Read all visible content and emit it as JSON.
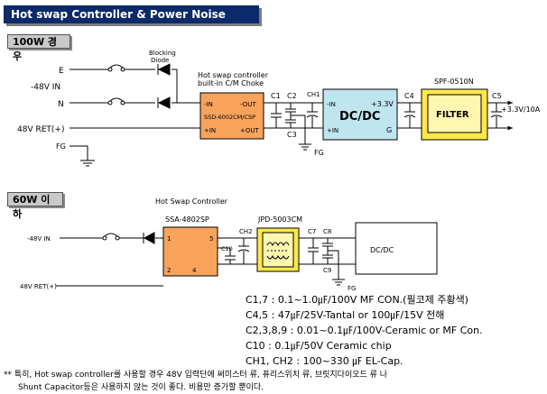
{
  "title": "Hot swap Controller & Power Noise Filter 적용 안 :",
  "section1": {
    "tag": "100W 경우",
    "labels": {
      "e": "E",
      "neg48in": "-48V IN",
      "n": "N",
      "ret": "48V RET(+)",
      "fg": "FG",
      "blocking1": "Blocking",
      "blocking2": "Diode",
      "hs1": "Hot swap controller",
      "hs2": "built-in C/M Choke",
      "pin_in_neg": "-IN",
      "pin_out_neg": "-OUT",
      "pin_in_pos": "+IN",
      "pin_out_pos": "+OUT",
      "ssd": "SSD-6002CM/CSP",
      "c1": "C1",
      "c2": "C2",
      "ch1": "CH1",
      "c3": "C3",
      "fg2": "FG",
      "dcdc": "DC/DC",
      "dc_neg": "-IN",
      "dc_pos": "+IN",
      "dc_out": "+3.3V",
      "dc_g": "G",
      "c4": "C4",
      "spf": "SPF-0510N",
      "filter": "FILTER",
      "c5": "C5",
      "out": "+3.3V/10A"
    }
  },
  "section2": {
    "tag": "60W 이하",
    "labels": {
      "hsc": "Hot Swap Controller",
      "ssa": "SSA-4802SP",
      "neg48in": "-48V IN",
      "ret": "48V RET(+)",
      "p1": "1",
      "p2": "2",
      "p4": "4",
      "p5": "5",
      "c10": "C10",
      "ch2": "CH2",
      "jpd": "JPD-5003CM",
      "c7": "C7",
      "c8": "C8",
      "c9": "C9",
      "fg": "FG",
      "dcdc": "DC/DC"
    }
  },
  "specs": [
    "C1,7 : 0.1~1.0㎌/100V MF CON.(필코제 주황색)",
    "C4,5 : 47㎌/25V-Tantal or 100㎌/15V 전해",
    "C2,3,8,9 : 0.01~0.1㎌/100V-Ceramic or MF Con.",
    "C10 : 0.1㎌/50V Ceramic chip",
    "CH1, CH2 : 100~330 ㎌ EL-Cap."
  ],
  "notes": [
    "** 특히, Hot swap controller를 사용할 경우 48V 입력단에 써미스터 류, 퓨리스위치 류, 브릿지다이오드 류 나",
    "Shunt Capacitor등은 사용하지 않는 것이 좋다. 비용만 증가할 뿐이다."
  ],
  "colors": {
    "title_bg": "#0b2a6a",
    "hs_block": "#f7a35c",
    "dcdc_block": "#bfe6ef",
    "filter_outer": "#ffe84a",
    "tag_bg": "#c9c9c9"
  }
}
